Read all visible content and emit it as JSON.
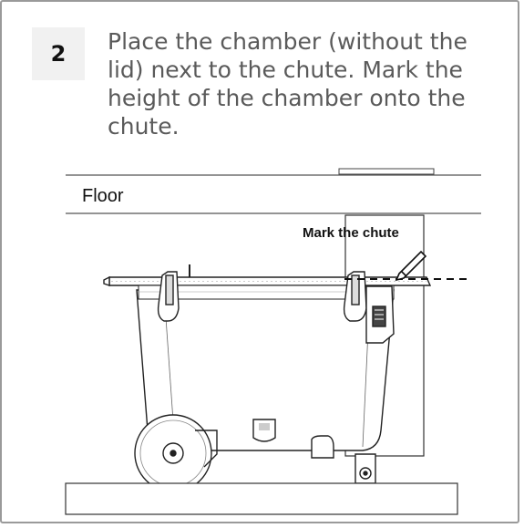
{
  "step": {
    "number": "2",
    "instruction": "Place the chamber (without the lid) next to the chute. Mark the height of the chamber onto the chute."
  },
  "illustration": {
    "floor_label": "Floor",
    "mark_label": "Mark the chute"
  }
}
